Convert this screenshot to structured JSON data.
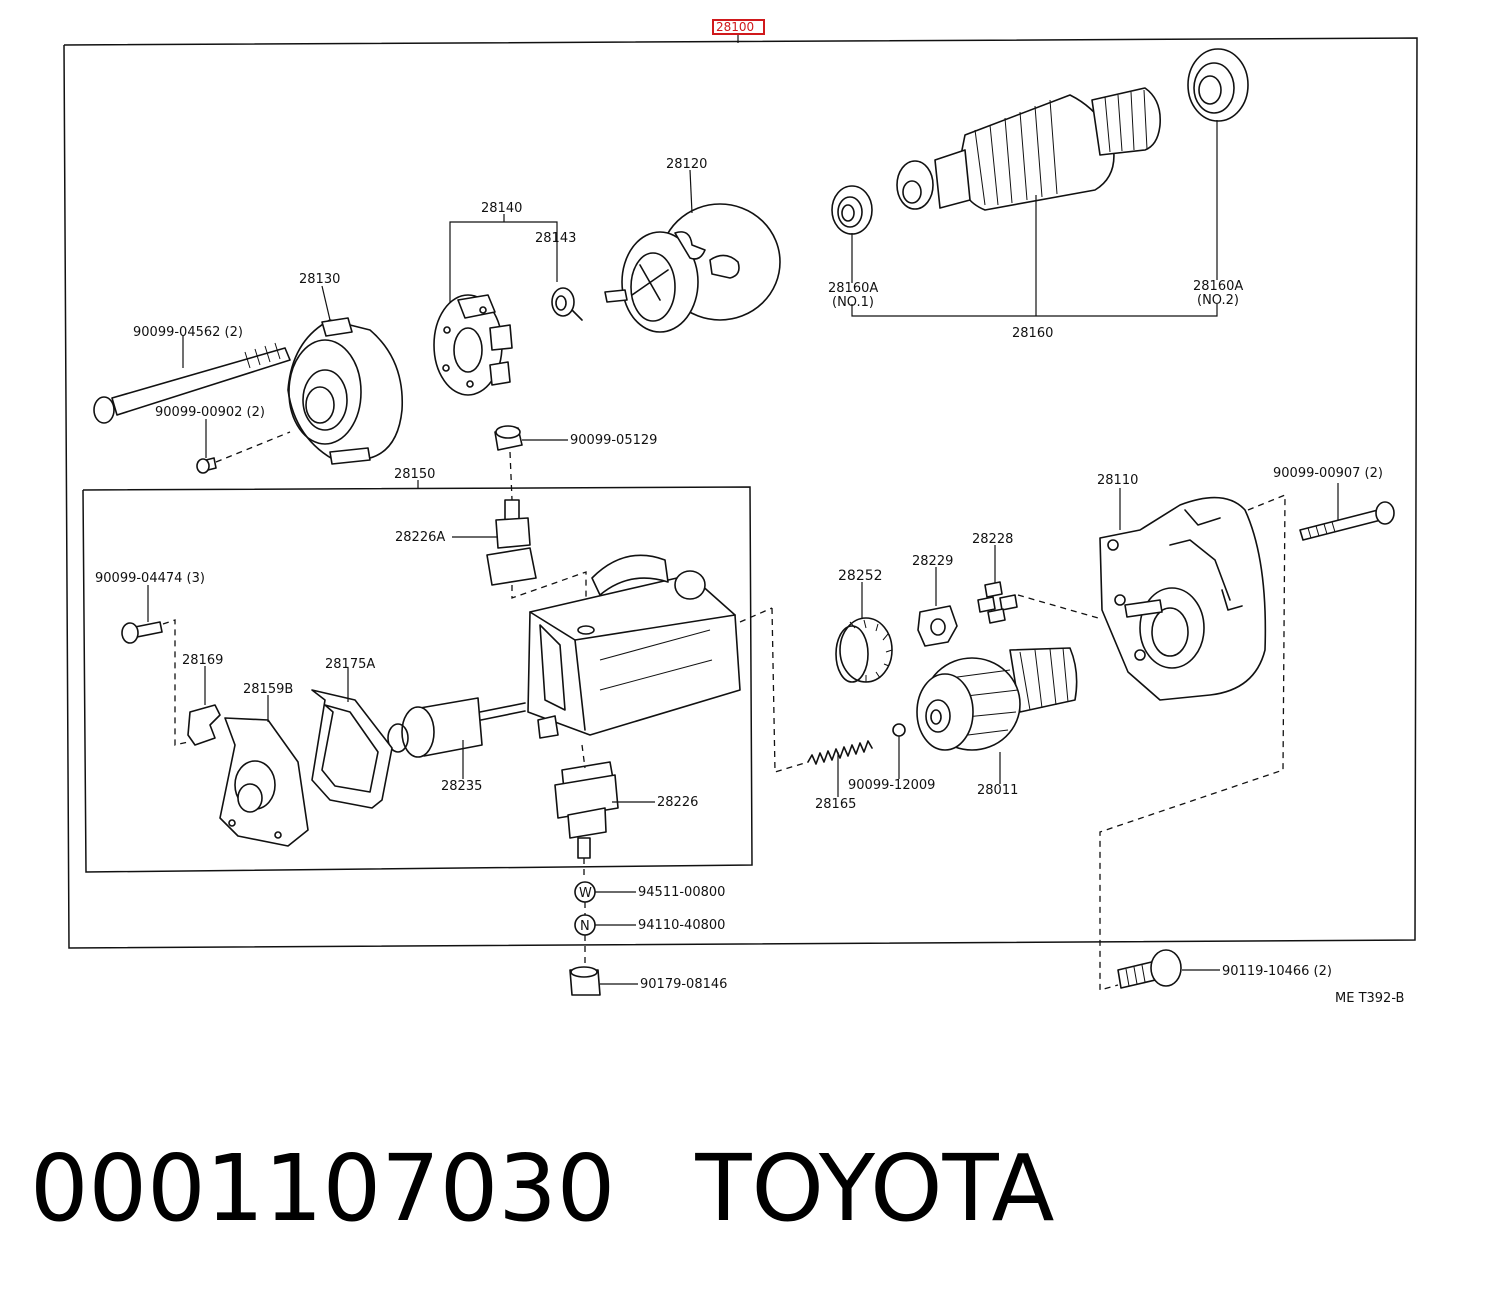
{
  "diagram": {
    "assembly_label": "28100",
    "sheet_code": "ME T392-B",
    "labels": {
      "p28120": "28120",
      "p28140": "28140",
      "p28143": "28143",
      "p28130": "28130",
      "p90099_04562": "90099-04562 (2)",
      "p90099_00902": "90099-00902 (2)",
      "p90099_05129": "90099-05129",
      "p28160A_1": "28160A",
      "p28160A_1_note": "(NO.1)",
      "p28160A_2": "28160A",
      "p28160A_2_note": "(NO.2)",
      "p28160": "28160",
      "p28150": "28150",
      "p28226A": "28226A",
      "p90099_04474": "90099-04474 (3)",
      "p28169": "28169",
      "p28159B": "28159B",
      "p28175A": "28175A",
      "p28235": "28235",
      "p28226": "28226",
      "p28252": "28252",
      "p28229": "28229",
      "p28228": "28228",
      "p28110": "28110",
      "p90099_00907": "90099-00907 (2)",
      "p28165": "28165",
      "p90099_12009": "90099-12009",
      "p28011": "28011",
      "p94511_00800": "94511-00800",
      "p94110_40800": "94110-40800",
      "p90179_08146": "90179-08146",
      "p90119_10466": "90119-10466 (2)",
      "washer_mark": "W",
      "nut_mark": "N"
    }
  },
  "footer": {
    "part_number": "0001107030",
    "brand": "TOYOTA"
  }
}
